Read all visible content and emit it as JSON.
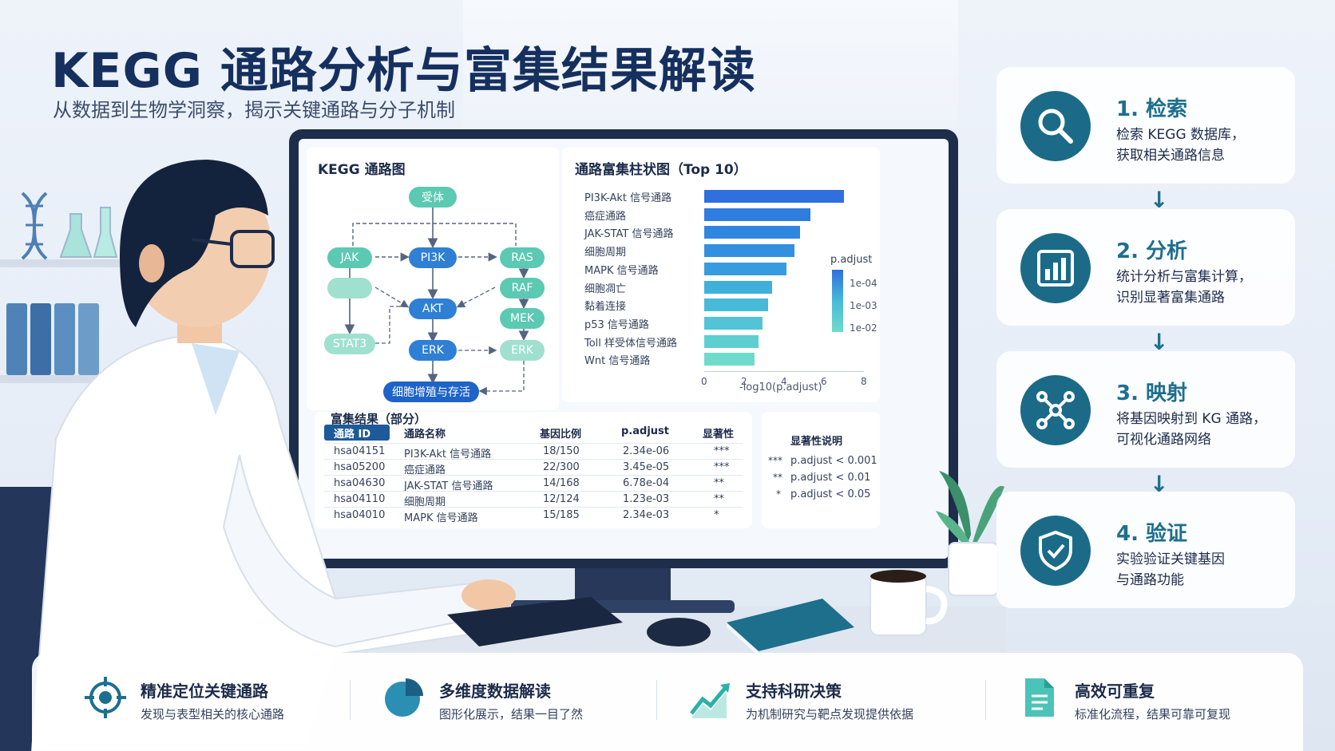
{
  "header": {
    "title": "KEGG 通路分析与富集结果解读",
    "subtitle": "从数据到生物学洞察，揭示关键通路与分子机制"
  },
  "pathway_panel": {
    "title": "KEGG 通路图",
    "nodes": {
      "receptor": "受体",
      "jak": "JAK",
      "pi3k": "PI3K",
      "ras": "RAS",
      "unknown": "",
      "raf": "RAF",
      "akt": "AKT",
      "mek": "MEK",
      "stat3": "STAT3",
      "erk_center": "ERK",
      "erk_right": "ERK",
      "outcome": "细胞增殖与存活"
    }
  },
  "chart_data": {
    "type": "bar",
    "title": "通路富集柱状图（Top 10）",
    "categories": [
      "PI3K-Akt 信号通路",
      "癌症通路",
      "JAK-STAT 信号通路",
      "细胞周期",
      "MAPK 信号通路",
      "细胞凋亡",
      "黏着连接",
      "p53 信号通路",
      "Toll 样受体信号通路",
      "Wnt 信号通路"
    ],
    "values": [
      7.0,
      5.3,
      4.8,
      4.5,
      4.1,
      3.4,
      3.2,
      2.9,
      2.7,
      2.5
    ],
    "xlabel": "-log10(p.adjust)",
    "ylabel": "",
    "xlim": [
      0,
      8
    ],
    "xticks": [
      "0",
      "2",
      "4",
      "6",
      "8"
    ],
    "legend": {
      "title": "p.adjust",
      "labels": [
        "1e-04",
        "1e-03",
        "1e-02"
      ],
      "placement": "right"
    },
    "colors": [
      "#2f6fde",
      "#2f7ddf",
      "#2f86df",
      "#3290de",
      "#379cde",
      "#3eb0da",
      "#47bad8",
      "#52c4d6",
      "#5ecfd0",
      "#6fdbcc"
    ]
  },
  "table": {
    "title": "富集结果（部分）",
    "headers": [
      "通路 ID",
      "通路名称",
      "基因比例",
      "p.adjust",
      "显著性"
    ],
    "rows": [
      [
        "hsa04151",
        "PI3K-Akt 信号通路",
        "18/150",
        "2.34e-06",
        "***"
      ],
      [
        "hsa05200",
        "癌症通路",
        "22/300",
        "3.45e-05",
        "***"
      ],
      [
        "hsa04630",
        "JAK-STAT 信号通路",
        "14/168",
        "6.78e-04",
        "**"
      ],
      [
        "hsa04110",
        "细胞周期",
        "12/124",
        "1.23e-03",
        "**"
      ],
      [
        "hsa04010",
        "MAPK 信号通路",
        "15/185",
        "2.34e-03",
        "*"
      ]
    ]
  },
  "significance": {
    "title": "显著性说明",
    "items": [
      {
        "mark": "***",
        "text": "p.adjust < 0.001"
      },
      {
        "mark": "**",
        "text": "p.adjust < 0.01"
      },
      {
        "mark": "*",
        "text": "p.adjust < 0.05"
      }
    ]
  },
  "steps": [
    {
      "title": "1. 检索",
      "line1": "检索 KEGG 数据库，",
      "line2": "获取相关通路信息",
      "icon": "search-icon"
    },
    {
      "title": "2. 分析",
      "line1": "统计分析与富集计算，",
      "line2": "识别显著富集通路",
      "icon": "bar-chart-icon"
    },
    {
      "title": "3. 映射",
      "line1": "将基因映射到 KG 通路，",
      "line2": "可视化通路网络",
      "icon": "network-icon"
    },
    {
      "title": "4. 验证",
      "line1": "实验验证关键基因",
      "line2": "与通路功能",
      "icon": "shield-check-icon"
    }
  ],
  "step_arrow": "↓",
  "features": [
    {
      "title": "精准定位关键通路",
      "desc": "发现与表型相关的核心通路",
      "icon": "target-icon"
    },
    {
      "title": "多维度数据解读",
      "desc": "图形化展示，结果一目了然",
      "icon": "pie-chart-icon"
    },
    {
      "title": "支持科研决策",
      "desc": "为机制研究与靶点发现提供依据",
      "icon": "trend-up-icon"
    },
    {
      "title": "高效可重复",
      "desc": "标准化流程，结果可靠可复现",
      "icon": "document-icon"
    }
  ],
  "colors": {
    "accent": "#1d6f8e",
    "title": "#15305f",
    "teal": "#5cc9b2",
    "blue": "#2f7fd4"
  }
}
